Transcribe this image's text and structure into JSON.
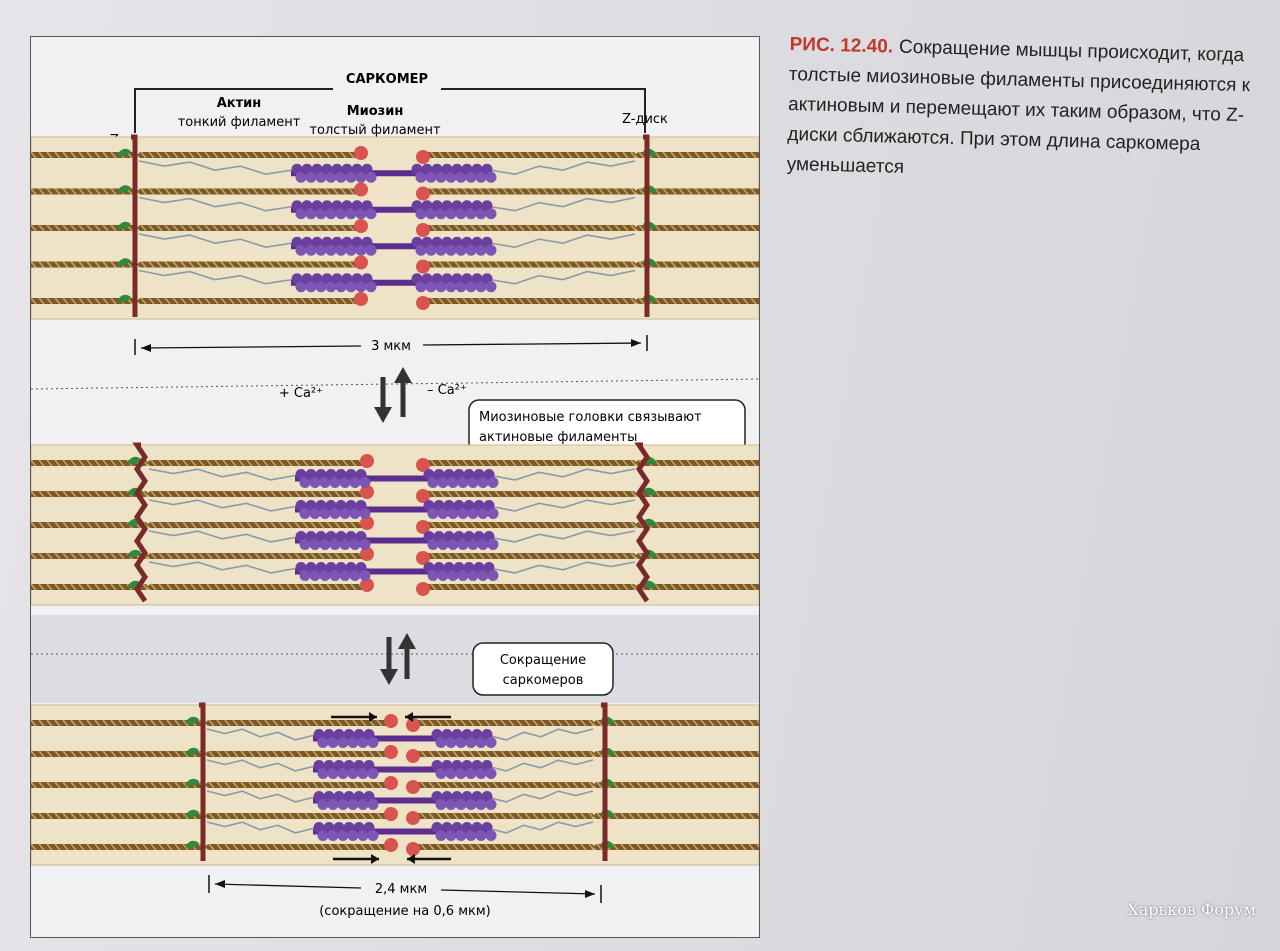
{
  "caption": {
    "label": "РИС. 12.40.",
    "text": "Сокращение мышцы происходит, когда толстые миозиновые филаменты присоединяются к актиновым и перемещают их таким образом, что Z-диски сближаются. При этом длина саркомера уменьшается"
  },
  "diagram": {
    "sarcomere_label": "САРКОМЕР",
    "z_disc_left": "Z -диск",
    "z_disc_right": "Z-диск",
    "actin_title": "Актин",
    "actin_subtitle": "тонкий филамент",
    "myosin_title": "Миозин",
    "myosin_subtitle": "толстый филамент",
    "length_relaxed": "3 мкм",
    "ca_plus": "+ Ca²⁺",
    "ca_minus": "– Ca²⁺",
    "step1_box": [
      "Миозиновые головки связывают",
      "актиновые филаменты"
    ],
    "step2_box": [
      "Сокращение",
      "саркомеров"
    ],
    "length_contracted": "2,4 мкм",
    "shortening_note": "(сокращение на 0,6 мкм)"
  },
  "colors": {
    "band": "#efe3c7",
    "actin": "#7a5a2b",
    "myosin": "#6b3fa0",
    "myosin_bar": "#5b2d8e",
    "zdisc": "#7b2a2a",
    "cap_green": "#2f8a3b",
    "head_red": "#d9544f",
    "titin": "#8a9aa8",
    "caption_accent": "#c0392b"
  },
  "watermark": "Харьков Форум"
}
